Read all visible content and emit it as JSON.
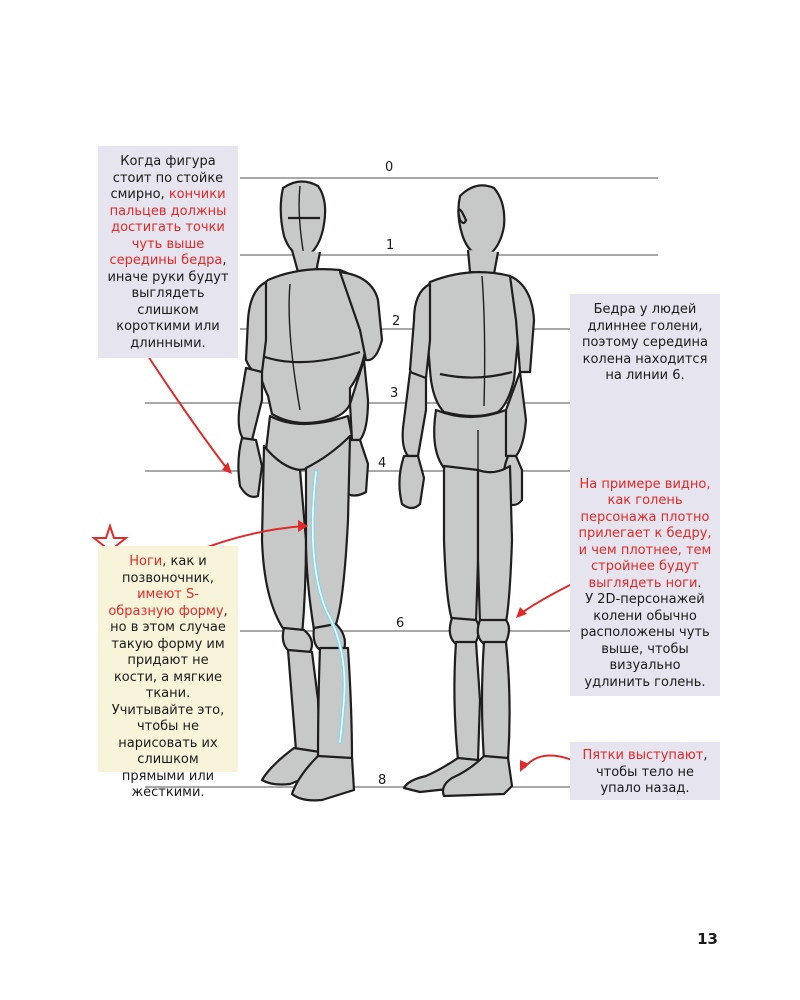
{
  "line_labels": [
    "0",
    "1",
    "2",
    "3",
    "4",
    "6",
    "8"
  ],
  "notes": {
    "fingers": {
      "before": "Когда фигура стоит по стойке смирно, ",
      "highlight": "кончики пальцев должны достигать точки чуть выше середины бедра",
      "after": ", иначе руки будут выглядеть слишком короткими или длинными."
    },
    "legs": {
      "highlight1": "Ноги",
      "mid1": ", как и позвоночник, ",
      "highlight2": "имеют S-образную форму",
      "after": ", но в этом случае такую форму им придают не кости, а мягкие ткани. Учитывайте это, чтобы не нарисовать их слишком прямыми или жесткими."
    },
    "thigh": {
      "text": "Бедра у людей длиннее голени, поэтому середина колена находится на линии 6."
    },
    "shin": {
      "highlight": "На примере видно, как голень персонажа плотно прилегает к бедру, и чем плотнее, тем стройнее будут выглядеть ноги",
      "after": ".",
      "text2": "У 2D-персонажей колени обычно расположены чуть выше, чтобы визуально удлинить голень."
    },
    "heels": {
      "highlight": "Пятки выступают",
      "after": ", чтобы тело не упало назад."
    }
  },
  "page_number": "13",
  "colors": {
    "accent": "#e12a2a",
    "figure_fill": "#c7c8c8",
    "lavender_box": "#e6e4ee",
    "cream_box": "#f7f4d9",
    "guide_line": "#a8a8a8",
    "s_curve": "#7fd8ee"
  },
  "icons": [
    "star-icon",
    "arrow-icon"
  ]
}
